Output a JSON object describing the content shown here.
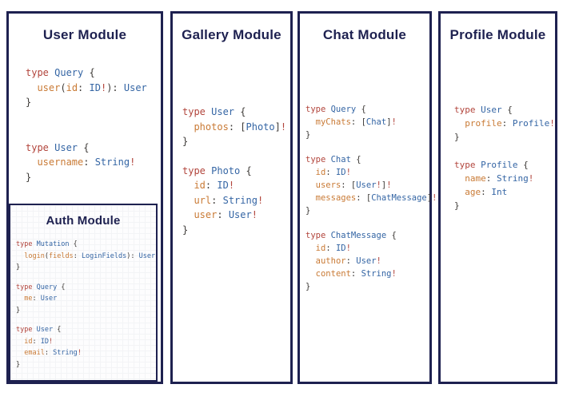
{
  "colors": {
    "border": "#1e2150",
    "title": "#1e2150",
    "keyword": "#b2453c",
    "type": "#3465a4",
    "field": "#c97a35",
    "punct": "#3d3a37",
    "bang": "#b2453c"
  },
  "modules": {
    "user": {
      "title": "User Module",
      "code": [
        [
          [
            [
              "k",
              "type "
            ],
            [
              "t",
              "Query "
            ],
            [
              "p",
              "{"
            ]
          ],
          [
            [
              "p",
              "  "
            ],
            [
              "f",
              "user"
            ],
            [
              "p",
              "("
            ],
            [
              "f",
              "id"
            ],
            [
              "p",
              ": "
            ],
            [
              "t",
              "ID"
            ],
            [
              "b",
              "!"
            ],
            [
              "p",
              "): "
            ],
            [
              "t",
              "User"
            ]
          ],
          [
            [
              "p",
              "}"
            ]
          ]
        ],
        [
          [
            [
              "k",
              "type "
            ],
            [
              "t",
              "User "
            ],
            [
              "p",
              "{"
            ]
          ],
          [
            [
              "p",
              "  "
            ],
            [
              "f",
              "username"
            ],
            [
              "p",
              ": "
            ],
            [
              "t",
              "String"
            ],
            [
              "b",
              "!"
            ]
          ],
          [
            [
              "p",
              "}"
            ]
          ]
        ]
      ]
    },
    "auth": {
      "title": "Auth Module",
      "code": [
        [
          [
            [
              "k",
              "type "
            ],
            [
              "t",
              "Mutation "
            ],
            [
              "p",
              "{"
            ]
          ],
          [
            [
              "p",
              "  "
            ],
            [
              "f",
              "login"
            ],
            [
              "p",
              "("
            ],
            [
              "f",
              "fields"
            ],
            [
              "p",
              ": "
            ],
            [
              "t",
              "LoginFields"
            ],
            [
              "p",
              "): "
            ],
            [
              "t",
              "User"
            ]
          ],
          [
            [
              "p",
              "}"
            ]
          ]
        ],
        [
          [
            [
              "k",
              "type "
            ],
            [
              "t",
              "Query "
            ],
            [
              "p",
              "{"
            ]
          ],
          [
            [
              "p",
              "  "
            ],
            [
              "f",
              "me"
            ],
            [
              "p",
              ": "
            ],
            [
              "t",
              "User"
            ]
          ],
          [
            [
              "p",
              "}"
            ]
          ]
        ],
        [
          [
            [
              "k",
              "type "
            ],
            [
              "t",
              "User "
            ],
            [
              "p",
              "{"
            ]
          ],
          [
            [
              "p",
              "  "
            ],
            [
              "f",
              "id"
            ],
            [
              "p",
              ": "
            ],
            [
              "t",
              "ID"
            ],
            [
              "b",
              "!"
            ]
          ],
          [
            [
              "p",
              "  "
            ],
            [
              "f",
              "email"
            ],
            [
              "p",
              ": "
            ],
            [
              "t",
              "String"
            ],
            [
              "b",
              "!"
            ]
          ],
          [
            [
              "p",
              "}"
            ]
          ]
        ]
      ]
    },
    "gallery": {
      "title": "Gallery Module",
      "code": [
        [
          [
            [
              "k",
              "type "
            ],
            [
              "t",
              "User "
            ],
            [
              "p",
              "{"
            ]
          ],
          [
            [
              "p",
              "  "
            ],
            [
              "f",
              "photos"
            ],
            [
              "p",
              ": ["
            ],
            [
              "t",
              "Photo"
            ],
            [
              "p",
              "]"
            ],
            [
              "b",
              "!"
            ]
          ],
          [
            [
              "p",
              "}"
            ]
          ]
        ],
        [
          [
            [
              "k",
              "type "
            ],
            [
              "t",
              "Photo "
            ],
            [
              "p",
              "{"
            ]
          ],
          [
            [
              "p",
              "  "
            ],
            [
              "f",
              "id"
            ],
            [
              "p",
              ": "
            ],
            [
              "t",
              "ID"
            ],
            [
              "b",
              "!"
            ]
          ],
          [
            [
              "p",
              "  "
            ],
            [
              "f",
              "url"
            ],
            [
              "p",
              ": "
            ],
            [
              "t",
              "String"
            ],
            [
              "b",
              "!"
            ]
          ],
          [
            [
              "p",
              "  "
            ],
            [
              "f",
              "user"
            ],
            [
              "p",
              ": "
            ],
            [
              "t",
              "User"
            ],
            [
              "b",
              "!"
            ]
          ],
          [
            [
              "p",
              "}"
            ]
          ]
        ]
      ]
    },
    "chat": {
      "title": "Chat Module",
      "code": [
        [
          [
            [
              "k",
              "type "
            ],
            [
              "t",
              "Query "
            ],
            [
              "p",
              "{"
            ]
          ],
          [
            [
              "p",
              "  "
            ],
            [
              "f",
              "myChats"
            ],
            [
              "p",
              ": ["
            ],
            [
              "t",
              "Chat"
            ],
            [
              "p",
              "]"
            ],
            [
              "b",
              "!"
            ]
          ],
          [
            [
              "p",
              "}"
            ]
          ]
        ],
        [
          [
            [
              "k",
              "type "
            ],
            [
              "t",
              "Chat "
            ],
            [
              "p",
              "{"
            ]
          ],
          [
            [
              "p",
              "  "
            ],
            [
              "f",
              "id"
            ],
            [
              "p",
              ": "
            ],
            [
              "t",
              "ID"
            ],
            [
              "b",
              "!"
            ]
          ],
          [
            [
              "p",
              "  "
            ],
            [
              "f",
              "users"
            ],
            [
              "p",
              ": ["
            ],
            [
              "t",
              "User"
            ],
            [
              "b",
              "!"
            ],
            [
              "p",
              "]"
            ],
            [
              "b",
              "!"
            ]
          ],
          [
            [
              "p",
              "  "
            ],
            [
              "f",
              "messages"
            ],
            [
              "p",
              ": ["
            ],
            [
              "t",
              "ChatMessage"
            ],
            [
              "p",
              "]"
            ],
            [
              "b",
              "!"
            ]
          ],
          [
            [
              "p",
              "}"
            ]
          ]
        ],
        [
          [
            [
              "k",
              "type "
            ],
            [
              "t",
              "ChatMessage "
            ],
            [
              "p",
              "{"
            ]
          ],
          [
            [
              "p",
              "  "
            ],
            [
              "f",
              "id"
            ],
            [
              "p",
              ": "
            ],
            [
              "t",
              "ID"
            ],
            [
              "b",
              "!"
            ]
          ],
          [
            [
              "p",
              "  "
            ],
            [
              "f",
              "author"
            ],
            [
              "p",
              ": "
            ],
            [
              "t",
              "User"
            ],
            [
              "b",
              "!"
            ]
          ],
          [
            [
              "p",
              "  "
            ],
            [
              "f",
              "content"
            ],
            [
              "p",
              ": "
            ],
            [
              "t",
              "String"
            ],
            [
              "b",
              "!"
            ]
          ],
          [
            [
              "p",
              "}"
            ]
          ]
        ]
      ]
    },
    "profile": {
      "title": "Profile Module",
      "code": [
        [
          [
            [
              "k",
              "type "
            ],
            [
              "t",
              "User "
            ],
            [
              "p",
              "{"
            ]
          ],
          [
            [
              "p",
              "  "
            ],
            [
              "f",
              "profile"
            ],
            [
              "p",
              ": "
            ],
            [
              "t",
              "Profile"
            ],
            [
              "b",
              "!"
            ]
          ],
          [
            [
              "p",
              "}"
            ]
          ]
        ],
        [
          [
            [
              "k",
              "type "
            ],
            [
              "t",
              "Profile "
            ],
            [
              "p",
              "{"
            ]
          ],
          [
            [
              "p",
              "  "
            ],
            [
              "f",
              "name"
            ],
            [
              "p",
              ": "
            ],
            [
              "t",
              "String"
            ],
            [
              "b",
              "!"
            ]
          ],
          [
            [
              "p",
              "  "
            ],
            [
              "f",
              "age"
            ],
            [
              "p",
              ": "
            ],
            [
              "t",
              "Int"
            ]
          ],
          [
            [
              "p",
              "}"
            ]
          ]
        ]
      ]
    }
  }
}
